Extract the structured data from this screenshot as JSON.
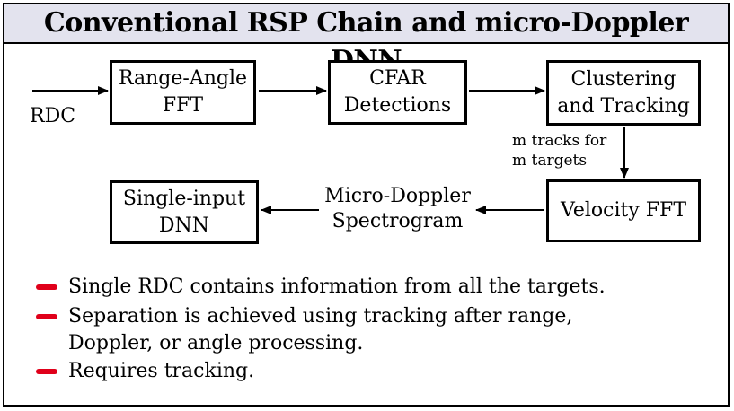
{
  "title": "Conventional RSP Chain and micro-Doppler DNN",
  "nodes": {
    "range_angle_fft": [
      "Range-Angle",
      "FFT"
    ],
    "cfar": [
      "CFAR",
      "Detections"
    ],
    "clustering": [
      "Clustering",
      "and Tracking"
    ],
    "velocity_fft": "Velocity FFT",
    "single_input_dnn": [
      "Single-input",
      "DNN"
    ]
  },
  "labels": {
    "input": "RDC",
    "tracks": [
      "m tracks for",
      "m targets"
    ],
    "spectrogram": [
      "Micro-Doppler",
      "Spectrogram"
    ]
  },
  "bullets": [
    [
      "Single RDC contains  information from all the targets."
    ],
    [
      "Separation is achieved using tracking after range,",
      "Doppler, or angle processing."
    ],
    [
      "Requires tracking."
    ]
  ],
  "colors": {
    "title_bg": "#e3e3ee",
    "bullet_dash": "#e0001a"
  }
}
